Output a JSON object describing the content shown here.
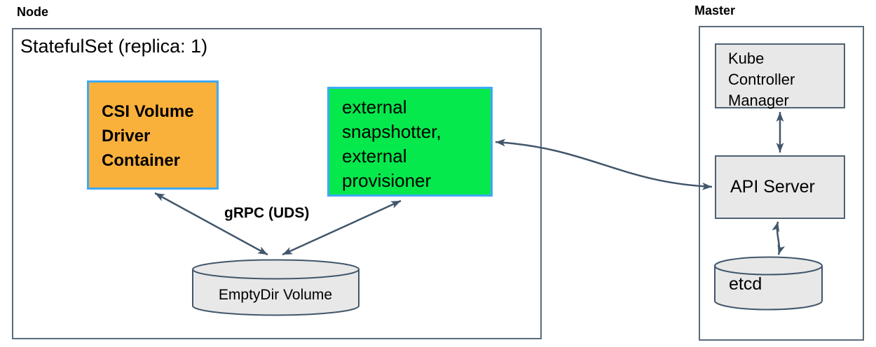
{
  "colors": {
    "outer_border": "#5A6A79",
    "inner_border": "#4E6172",
    "accent_border": "#3FA9F5",
    "orange_fill": "#FAB13C",
    "green_fill": "#06E94C",
    "gray_fill": "#E8E8E8",
    "arrow": "#41566B",
    "text": "#000000"
  },
  "node": {
    "title": "Node",
    "statefulset_label": "StatefulSet (replica: 1)",
    "csi_container": {
      "lines": [
        "CSI Volume",
        "Driver",
        "Container"
      ]
    },
    "sidecars": {
      "lines": [
        "external",
        "snapshotter,",
        "external",
        "provisioner"
      ]
    },
    "grpc_label": "gRPC (UDS)",
    "emptydir_label": "EmptyDir Volume"
  },
  "master": {
    "title": "Master",
    "kube_controller_manager": {
      "lines": [
        "Kube",
        "Controller",
        "Manager"
      ]
    },
    "api_server": "API Server",
    "etcd": "etcd"
  }
}
